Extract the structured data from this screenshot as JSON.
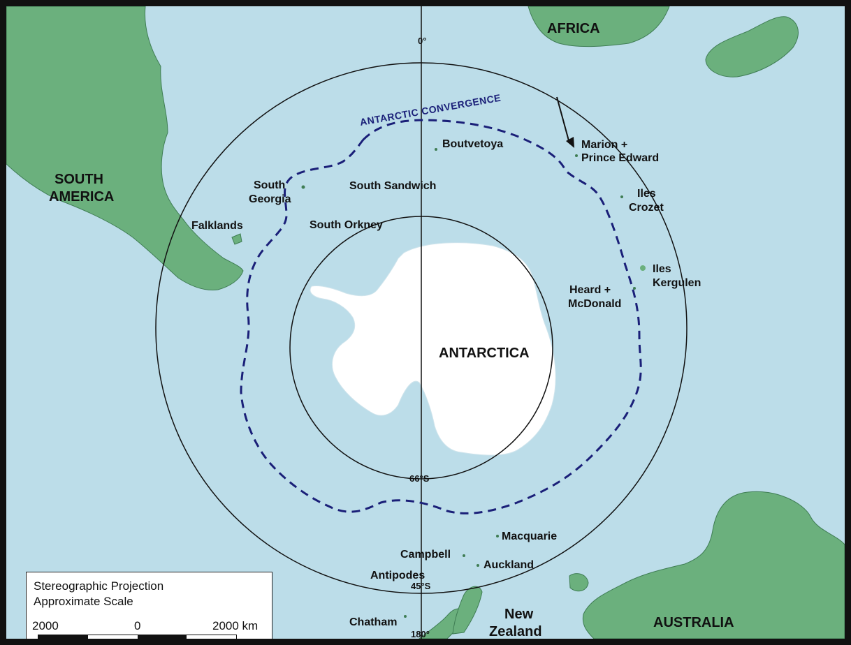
{
  "map": {
    "projection_note": "Stereographic Projection",
    "scale_note": "Approximate Scale",
    "scale_ticks": [
      "2000",
      "0",
      "2000 km"
    ],
    "colors": {
      "ocean": "#bcdde9",
      "land": "#6bb07d",
      "ice": "#ffffff",
      "convergence": "#1a1f78",
      "lines": "#111111"
    },
    "labels": {
      "africa": "AFRICA",
      "south_america_1": "SOUTH",
      "south_america_2": "AMERICA",
      "antarctica": "ANTARCTICA",
      "australia": "AUSTRALIA",
      "new_zealand_1": "New",
      "new_zealand_2": "Zealand",
      "convergence": "ANTARCTIC CONVERGENCE",
      "boutvetoya": "Boutvetoya",
      "marion_1": "Marion +",
      "marion_2": "Prince Edward",
      "crozet_1": "Iles",
      "crozet_2": "Crozet",
      "kerguelen_1": "Iles",
      "kerguelen_2": "Kergulen",
      "heard_1": "Heard +",
      "heard_2": "McDonald",
      "south_georgia_1": "South",
      "south_georgia_2": "Georgia",
      "south_sandwich": "South Sandwich",
      "south_orkney": "South Orkney",
      "falklands": "Falklands",
      "macquarie": "Macquarie",
      "campbell": "Campbell",
      "auckland": "Auckland",
      "antipodes": "Antipodes",
      "chatham": "Chatham"
    },
    "meridians": {
      "top": "0°",
      "bottom": "180°"
    },
    "latitudes": {
      "inner": "66°S",
      "outer": "45°S"
    }
  }
}
